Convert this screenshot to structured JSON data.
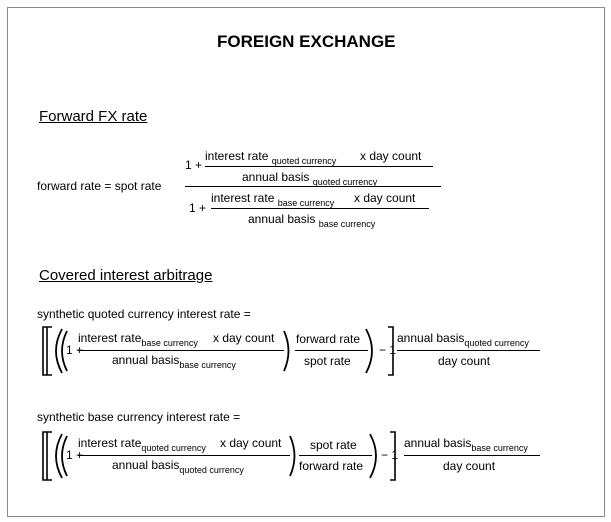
{
  "title": "FOREIGN EXCHANGE",
  "forward": {
    "heading": "Forward FX rate",
    "lhs": "forward  rate  = spot  rate",
    "one_plus": "1 +",
    "num": {
      "rate_label": "interest  rate",
      "rate_sub": "quoted currency",
      "day": "x day  count",
      "basis_label": "annual  basis",
      "basis_sub": "quoted currency"
    },
    "den": {
      "rate_label": "interest  rate",
      "rate_sub": "base currency",
      "day": "x day  count",
      "basis_label": "annual  basis",
      "basis_sub": "base currency"
    }
  },
  "covered": {
    "heading": "Covered interest arbitrage",
    "eq1": {
      "label": "synthetic quoted currency interest rate =",
      "one_plus": "1 +",
      "rate_label": "interest rate",
      "rate_sub": "base currency",
      "day": "x day count",
      "basis_label": "annual basis",
      "basis_sub": "base currency",
      "ratio_num": "forward  rate",
      "ratio_den": "spot rate",
      "minus_one": "− 1",
      "end_num_label": "annual basis",
      "end_num_sub": "quoted currency",
      "end_den": "day count"
    },
    "eq2": {
      "label": "synthetic base currency interest rate =",
      "one_plus": "1 +",
      "rate_label": "interest rate",
      "rate_sub": "quoted currency",
      "day": "x day count",
      "basis_label": "annual basis",
      "basis_sub": "quoted currency",
      "ratio_num": "spot rate",
      "ratio_den": "forward rate",
      "minus_one": "− 1",
      "end_num_label": "annual basis",
      "end_num_sub": "base currency",
      "end_den": "day count"
    }
  }
}
